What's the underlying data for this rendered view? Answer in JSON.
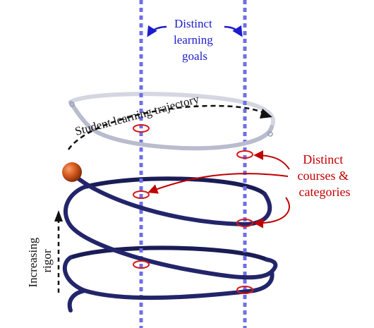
{
  "labels": {
    "goals": [
      "Distinct",
      "learning",
      "goals"
    ],
    "trajectory": "Student learning trajectory",
    "courses": [
      "Distinct",
      "courses &",
      "categories"
    ],
    "rigor": [
      "Increasing",
      "rigor"
    ]
  },
  "colors": {
    "guide_line": "#6f6fe8",
    "goals_text": "#1c1ccc",
    "courses_text": "#c00000",
    "marker": "#d81818",
    "helix_front": "#23256a",
    "helix_back": "#1a1c55",
    "helix_faded": "#b9bccd",
    "ball": "#c8501c",
    "arrow_dark": "#111111"
  },
  "icons": [
    "double-headed-arrow-icon",
    "curved-arrow-icon",
    "sphere-icon"
  ]
}
